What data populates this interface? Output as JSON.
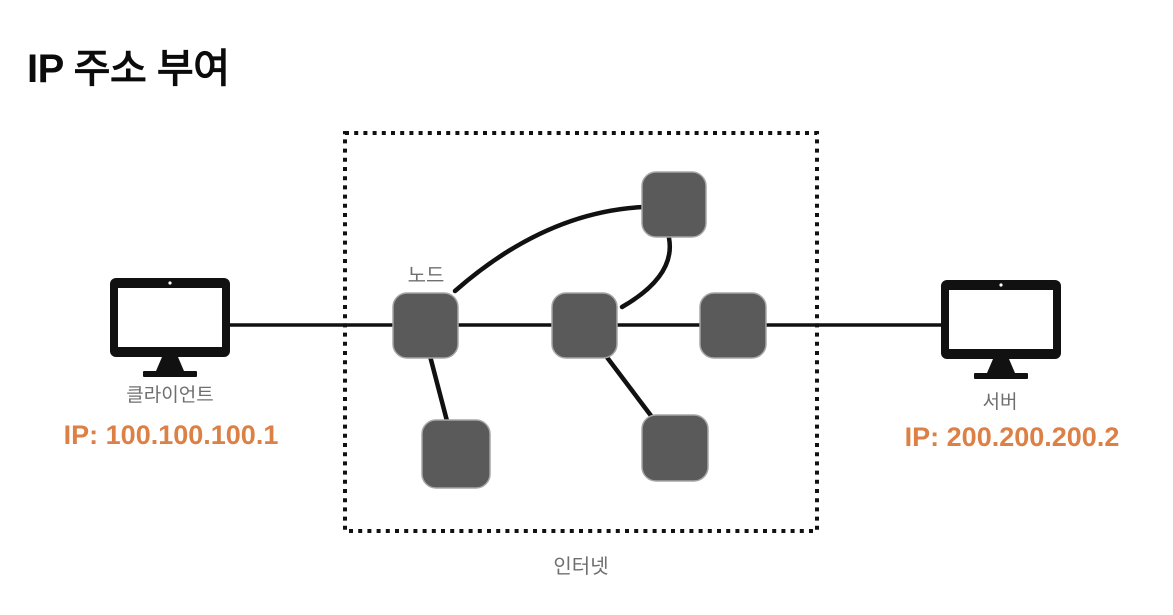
{
  "title": "IP 주소 부여",
  "client": {
    "icon": "desktop-monitor-icon",
    "label": "클라이언트",
    "ip": "IP: 100.100.100.1"
  },
  "server": {
    "icon": "desktop-monitor-icon",
    "label": "서버",
    "ip": "IP: 200.200.200.2"
  },
  "internet": {
    "label": "인터넷",
    "node_label": "노드",
    "node_count": 6
  },
  "colors": {
    "ip_text_orange": "#DC8045",
    "node_fill_gray": "#5A5A5A",
    "node_stroke_gray": "#A6A6A6",
    "label_gray": "#6F6F6F",
    "line_black": "#111111"
  }
}
